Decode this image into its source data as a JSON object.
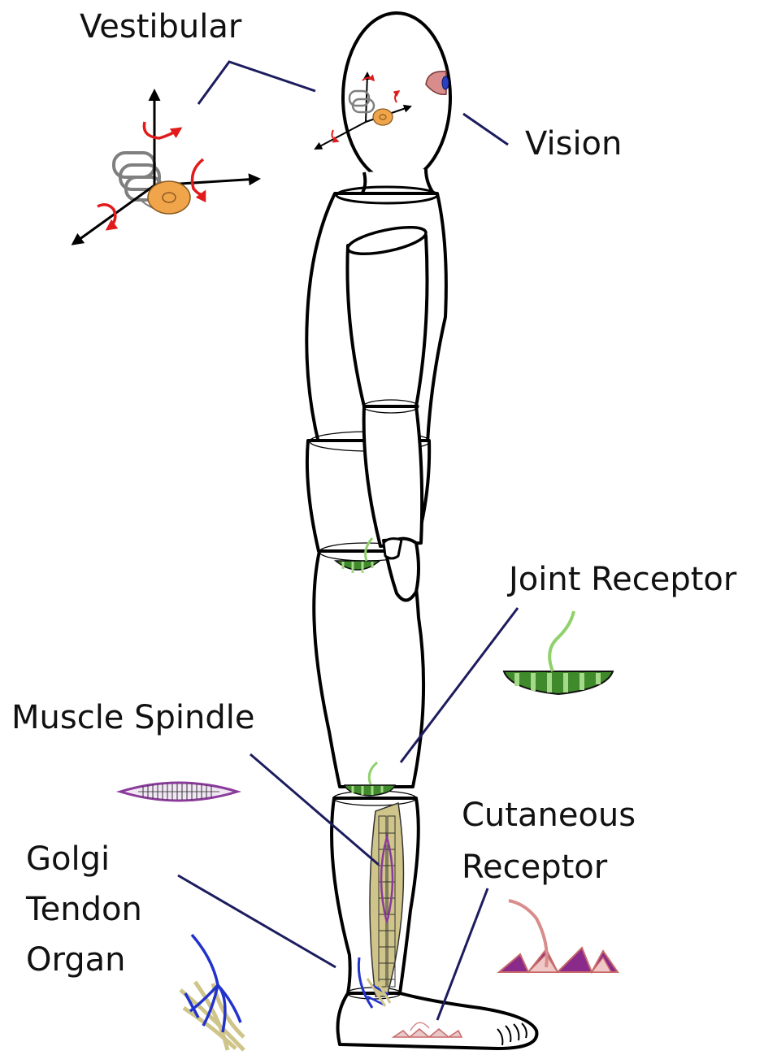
{
  "labels": {
    "vestibular": "Vestibular",
    "vision": "Vision",
    "joint_receptor": "Joint Receptor",
    "muscle_spindle": "Muscle Spindle",
    "cutaneous_line1": "Cutaneous",
    "cutaneous_line2": "Receptor",
    "golgi_line1": "Golgi",
    "golgi_line2": "Tendon",
    "golgi_line3": "Organ"
  },
  "colors": {
    "outline": "#000000",
    "leader_line": "#1c1c5e",
    "rotation_arrow": "#e11b1b",
    "otolith": "#f0a54a",
    "semicircular_canal": "#808080",
    "eye": "#d98c8c",
    "iris": "#2a3fc0",
    "joint_green": "#3f8a2a",
    "joint_light_green": "#a7d98a",
    "nerve_green": "#8fd16b",
    "spindle_purple": "#8a3a9a",
    "tendon_khaki": "#cfc58a",
    "golgi_blue": "#2233cc",
    "skin_pink": "#d98c8c",
    "skin_purple": "#8a2a8a"
  }
}
